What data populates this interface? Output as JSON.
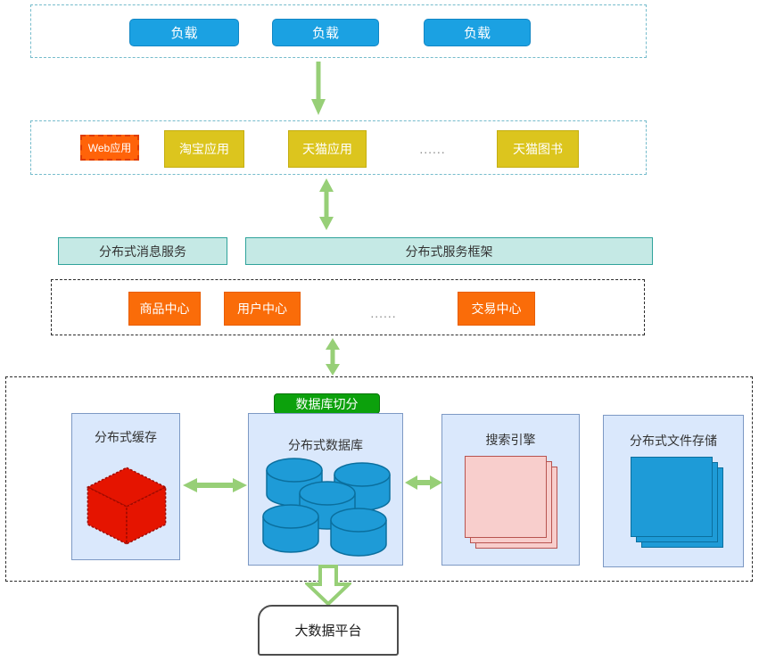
{
  "load_row": {
    "items": [
      "负载",
      "负载",
      "负载"
    ]
  },
  "app_row": {
    "web_app": "Web应用",
    "taobao_app": "淘宝应用",
    "tmall_app": "天猫应用",
    "ellipsis": "......",
    "tmall_books": "天猫图书"
  },
  "middleware": {
    "message_service": "分布式消息服务",
    "service_framework": "分布式服务框架"
  },
  "center_row": {
    "product_center": "商品中心",
    "user_center": "用户中心",
    "ellipsis": "......",
    "trade_center": "交易中心"
  },
  "data_layer": {
    "db_sharding": "数据库切分",
    "cache": "分布式缓存",
    "database": "分布式数据库",
    "search": "搜索引擎",
    "file_storage": "分布式文件存储"
  },
  "bottom": {
    "big_data_platform": "大数据平台"
  },
  "colors": {
    "node_blue": "#1ba1e2",
    "node_yellow": "#dcc51e",
    "web_app_orange": "#ff6309",
    "center_orange": "#fa6c09",
    "middleware_teal_fill": "#c5e9e5",
    "middleware_teal_border": "#2fa39b",
    "panel_blue_fill": "#dae8fc",
    "panel_blue_border": "#7d99c4",
    "sharding_green": "#0ca10c",
    "arrow_green": "#97cf77",
    "cube_red": "#e51400",
    "search_pink": "#f8cecc",
    "storage_blue": "#1e9bd7",
    "dashed_group_teal": "#76bccc"
  }
}
